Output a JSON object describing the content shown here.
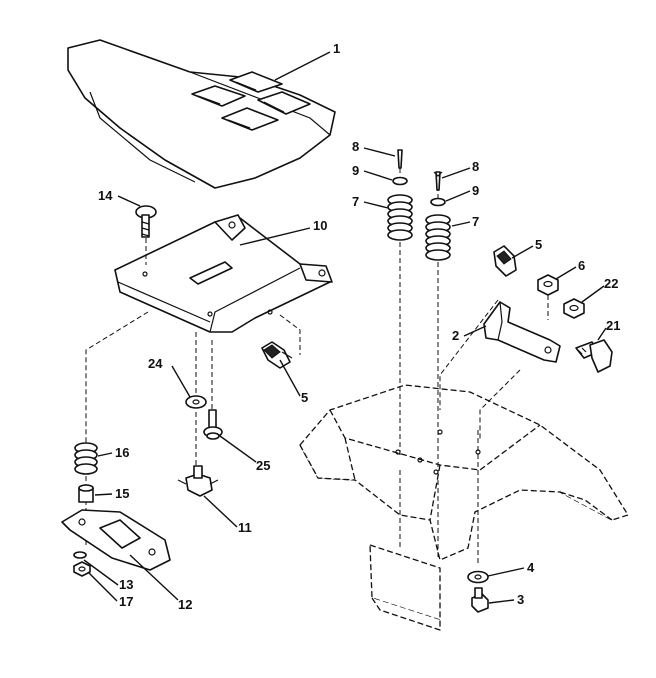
{
  "callouts": {
    "seat": "1",
    "seat_pan": "10",
    "seat_bolt": "14",
    "spring_seat_front": "16",
    "bushing": "15",
    "slide_plate": "12",
    "washer_slide": "13",
    "nut_slide": "17",
    "washer_pan": "24",
    "shoulder_bolt": "25",
    "pivot_clip": "11",
    "knob_left": "5",
    "cotter_left": "8",
    "washer_left": "9",
    "spring_left": "7",
    "cotter_right": "8",
    "washer_right": "9",
    "spring_right": "7",
    "knob_right": "5",
    "nut_6": "6",
    "nut_22": "22",
    "bracket": "2",
    "bolt_21": "21",
    "washer_frame": "4",
    "bolt_frame": "3"
  }
}
